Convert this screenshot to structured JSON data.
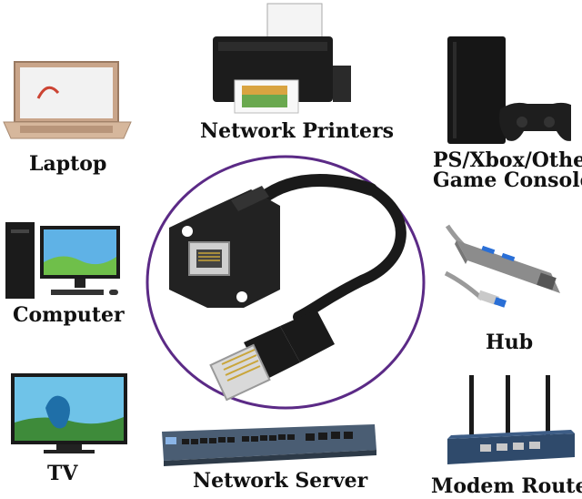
{
  "labels": {
    "network_printers": "Network Printers",
    "laptop": "Laptop",
    "console_line1": "PS/Xbox/Other",
    "console_line2": "Game Console",
    "computer": "Computer",
    "hub": "Hub",
    "tv": "TV",
    "network_server": "Network Server",
    "modem_router": "Modem Router"
  },
  "colors": {
    "circle_border": "#5b2a86",
    "cable": "#1a1a1a",
    "text": "#111111"
  },
  "icons": [
    "printer-icon",
    "laptop-icon",
    "game-console-icon",
    "computer-icon",
    "usb-hub-icon",
    "tv-icon",
    "network-switch-icon",
    "router-icon",
    "ethernet-cable-icon"
  ]
}
